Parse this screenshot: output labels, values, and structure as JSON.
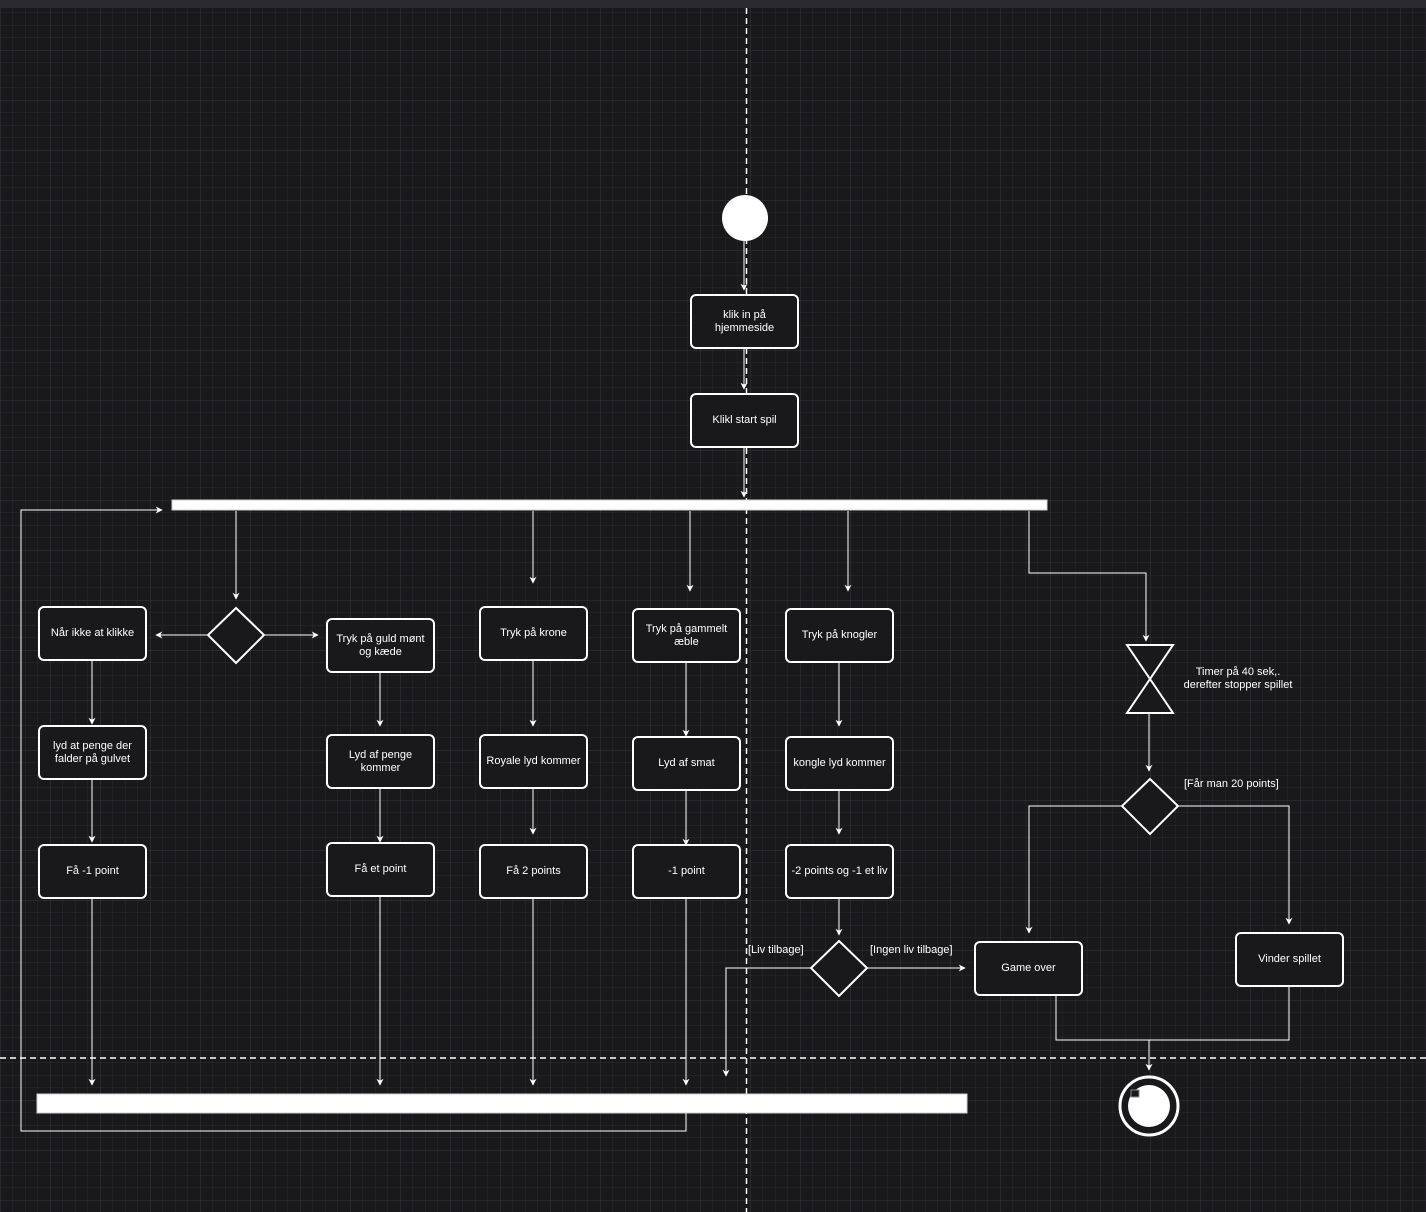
{
  "colors": {
    "background": "#19181b",
    "grid_minor": "#26252a",
    "grid_major": "#343338",
    "stroke": "#ffffff",
    "fill": "#19181b"
  },
  "nodes": {
    "klik_hjemmeside": "klik in på hjemmeside",
    "klikl_start": "Klikl start spil",
    "naar_ikke": "Når ikke at klikke",
    "lyd_penge_gulv": "lyd at penge der falder på gulvet",
    "faa_minus1": "Få -1 point",
    "guld_moent": "Tryk på guld mønt og kæde",
    "lyd_penge_kommer": "Lyd af penge kommer",
    "faa_et_point": "Få et point",
    "tryk_krone": "Tryk på krone",
    "royale_lyd": "Royale lyd kommer",
    "faa_2_points": "Få 2 points",
    "tryk_aeble": "Tryk på gammelt æble",
    "lyd_smat": "Lyd af smat",
    "minus1_point": "-1 point",
    "tryk_knogler": "Tryk på knogler",
    "kongle_lyd": "kongle lyd kommer",
    "minus2_points": "-2 points og -1 et liv",
    "game_over": "Game over",
    "vinder": "Vinder spillet"
  },
  "labels": {
    "timer": "Timer på 40 sek,. derefter stopper spillet",
    "faar_20": "[Får man 20 points]",
    "liv_tilbage": "[Liv tilbage]",
    "ingen_liv": "[Ingen liv tilbage]"
  }
}
